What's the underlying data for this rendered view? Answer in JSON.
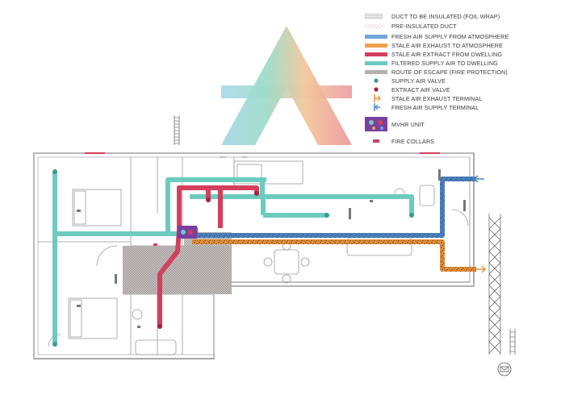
{
  "legend": {
    "items": [
      {
        "key": "insulated",
        "label": "DUCT TO BE INSULATED (FOIL WRAP)",
        "symbol": "foil-wrap-swatch"
      },
      {
        "key": "preinsulated",
        "label": "PRE-INSULATED DUCT",
        "symbol": "hatched-line-swatch"
      },
      {
        "key": "fresh_supply",
        "label": "FRESH AIR SUPPLY FROM ATMOSPHERE",
        "color": "#6FA8DC"
      },
      {
        "key": "stale_exhaust",
        "label": "STALE AIR EXHAUST TO ATMOSPHERE",
        "color": "#F0A04B"
      },
      {
        "key": "stale_extract",
        "label": "STALE AIR EXTRACT FROM DWELLING",
        "color": "#D2405C"
      },
      {
        "key": "filtered_supply",
        "label": "FILTERED SUPPLY AIR TO DWELLING",
        "color": "#6CCBBF"
      },
      {
        "key": "escape",
        "label": "ROUTE OF ESCAPE (FIRE PROTECTION)",
        "color": "#A89C96"
      },
      {
        "key": "supply_valve",
        "label": "SUPPLY AIR VALVE",
        "symbol": "supply-valve-dot"
      },
      {
        "key": "extract_valve",
        "label": "EXTRACT AIR VALVE",
        "symbol": "extract-valve-dot"
      },
      {
        "key": "exhaust_terminal",
        "label": "STALE AIR EXHAUST TERMINAL",
        "symbol": "exhaust-terminal-arrow"
      },
      {
        "key": "supply_terminal",
        "label": "FRESH AIR SUPPLY TERMINAL",
        "symbol": "supply-terminal-arrow"
      },
      {
        "key": "mvhr",
        "label": "MVHR UNIT",
        "symbol": "mvhr-unit-box"
      },
      {
        "key": "collars",
        "label": "FIRE COLLARS",
        "symbol": "fire-collar-mark"
      }
    ]
  },
  "colors": {
    "filtered_supply": "#6CCBBF",
    "stale_extract": "#D2405C",
    "fresh_supply": "#4F86C6",
    "stale_exhaust": "#E8923A",
    "escape": "#9A9A9A",
    "mvhr": "#7B3FA0",
    "fire_collar": "#D2405C",
    "walls": "#9A9A9A"
  }
}
